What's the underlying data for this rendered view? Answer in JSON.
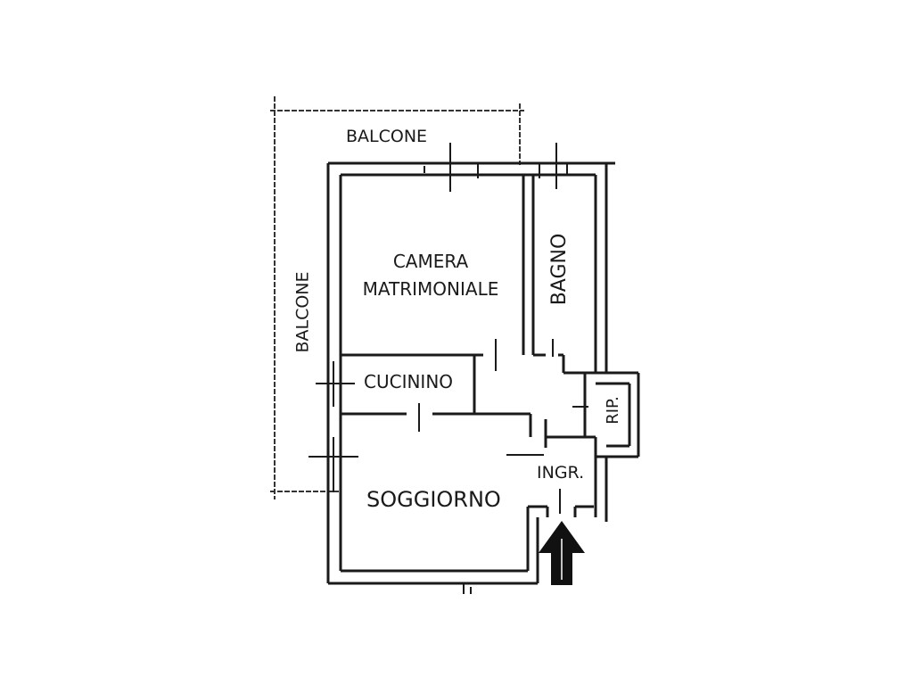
{
  "floorplan": {
    "rooms": {
      "balcone_top": "BALCONE",
      "balcone_left": "BALCONE",
      "camera_line1": "CAMERA",
      "camera_line2": "MATRIMONIALE",
      "bagno": "BAGNO",
      "cucinino": "CUCININO",
      "ripostiglio": "RIP.",
      "soggiorno": "SOGGIORNO",
      "ingresso": "INGR."
    },
    "entrance_arrow": "entrance-arrow-icon",
    "colors": {
      "wall": "#1a1a1a",
      "dimension_line": "#333333",
      "background": "#ffffff"
    }
  }
}
